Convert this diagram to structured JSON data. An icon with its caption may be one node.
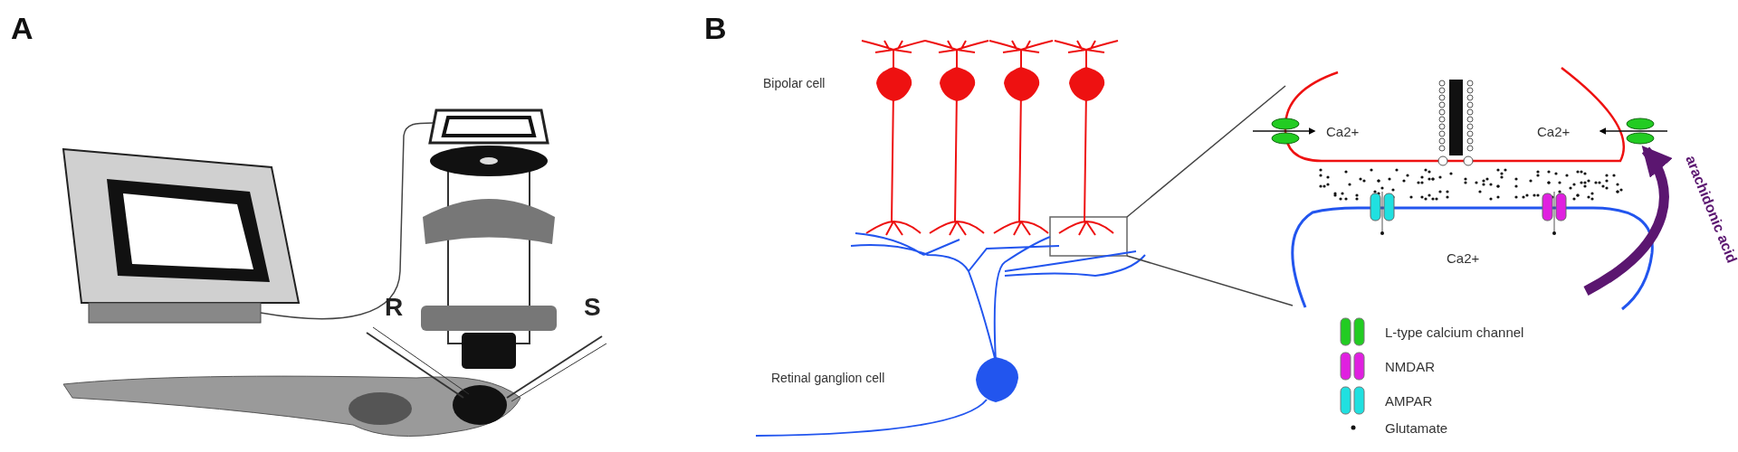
{
  "diagram": {
    "nodes": [
      {
        "text": [],
        "shape": "picture"
      },
      {
        "text": [],
        "shape": "picture"
      },
      {
        "text": [],
        "shape": "box"
      },
      {
        "text": [],
        "shape": "picture"
      },
      {
        "text": [],
        "shape": "picture",
        "in": 3
      }
    ],
    "edges": [
      {
        "from": 0,
        "to": 1,
        "arrow": "none"
      },
      {
        "from": 2,
        "to": 3,
        "arrow": "none"
      },
      {
        "from": 2,
        "to": 3,
        "arrow": "none"
      },
      {
        "from": null,
        "to": 4,
        "arrow": "to",
        "label": "arachidonic acid",
        "style": "thick",
        "color": "#5b1670"
      }
    ],
    "labels": [
      "A",
      "B",
      "Bipolar cell",
      "Ca2+",
      "Ca2+",
      "R",
      "S",
      "Ca2+",
      "Retinal ganglion cell"
    ],
    "legend": [
      {
        "text": "L-type calcium channel",
        "color": "#22cc22"
      },
      {
        "text": "NMDAR",
        "color": "#e020e0"
      },
      {
        "text": "AMPAR",
        "color": "#20e0e0"
      },
      {
        "text": "Glutamate"
      }
    ]
  }
}
